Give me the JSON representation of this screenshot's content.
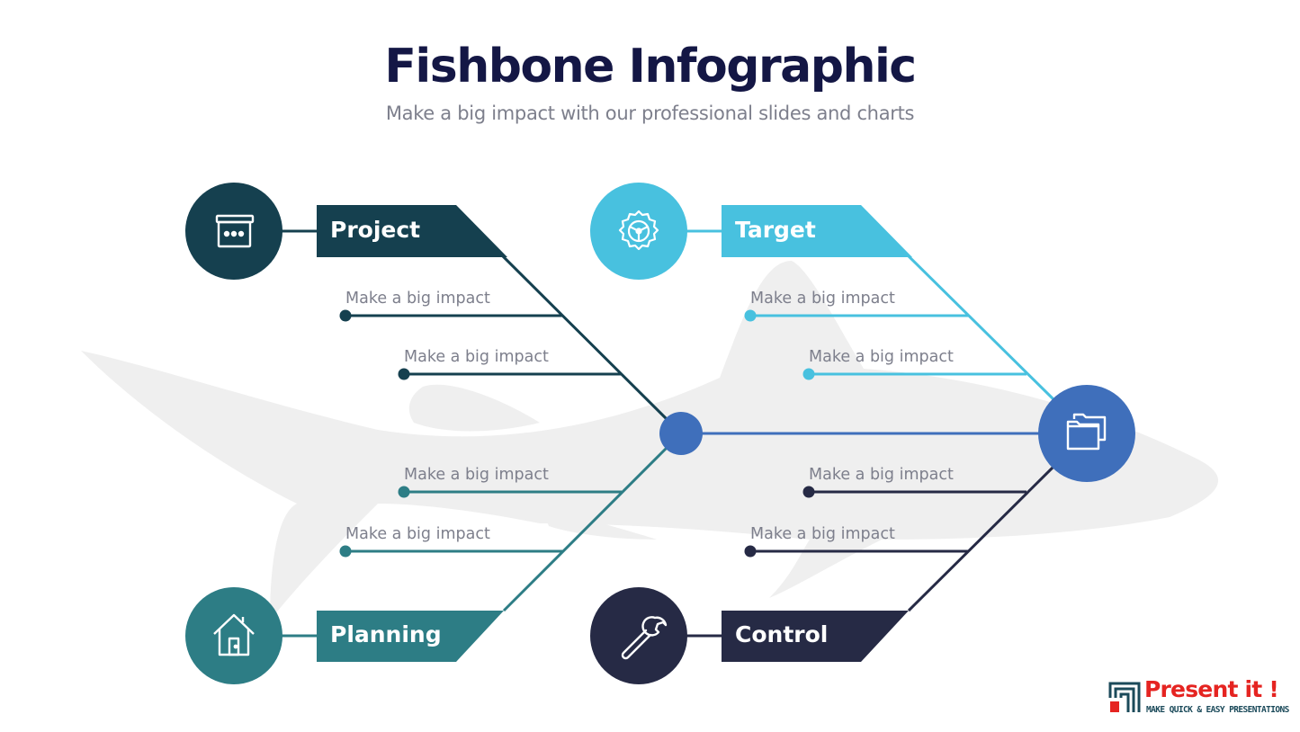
{
  "header": {
    "title": "Fishbone Infographic",
    "subtitle": "Make a big impact with our professional slides and charts"
  },
  "colors": {
    "project": "#15404f",
    "target": "#48c1df",
    "planning": "#2d7d85",
    "control": "#262a45",
    "spine": "#3f6fbb",
    "fish": "#efefef",
    "label_text": "#7d7f8c"
  },
  "categories": [
    {
      "key": "project",
      "title": "Project",
      "icon": "calendar-board-icon",
      "items": [
        "Make a big impact",
        "Make a big impact"
      ]
    },
    {
      "key": "target",
      "title": "Target",
      "icon": "steering-gear-icon",
      "items": [
        "Make a big impact",
        "Make a big impact"
      ]
    },
    {
      "key": "planning",
      "title": "Planning",
      "icon": "house-icon",
      "items": [
        "Make a big impact",
        "Make a big impact"
      ]
    },
    {
      "key": "control",
      "title": "Control",
      "icon": "wrench-icon",
      "items": [
        "Make a big impact",
        "Make a big impact"
      ]
    }
  ],
  "head": {
    "icon": "folders-icon"
  },
  "brand": {
    "name": "Present it !",
    "tagline": "MAKE QUICK & EASY PRESENTATIONS"
  }
}
